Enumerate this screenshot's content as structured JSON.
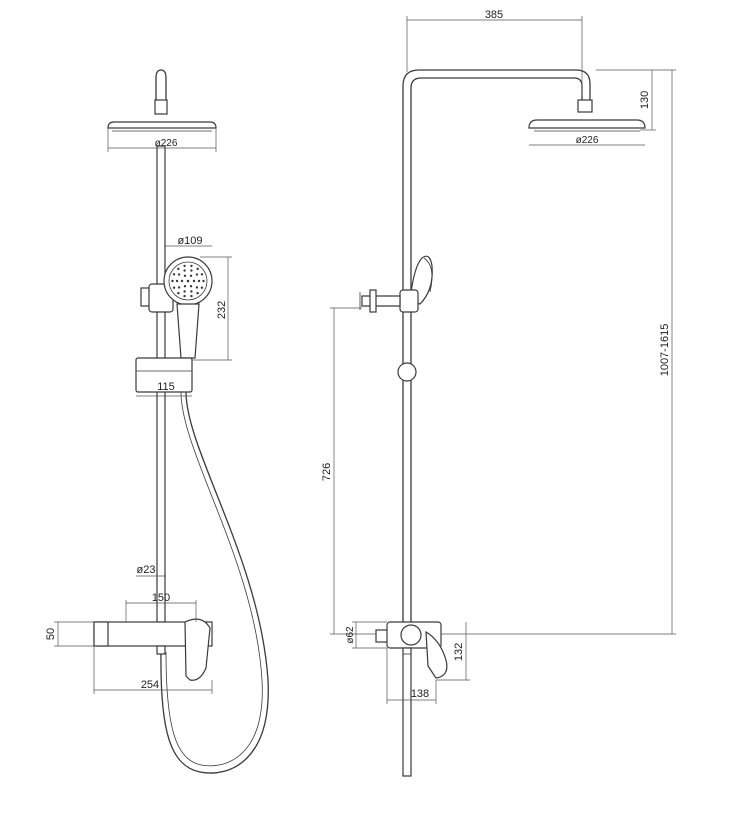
{
  "front_view": {
    "head_diameter": "ø226",
    "hand_shower_diameter": "ø109",
    "hand_shower_height": "232",
    "holder_width": "115",
    "rail_diameter": "ø23",
    "mixer_width": "150",
    "mixer_height": "50",
    "total_width": "254"
  },
  "side_view": {
    "arm_reach": "385",
    "head_drop": "130",
    "head_diameter": "ø226",
    "total_height": "1007-1615",
    "inlet_height": "726",
    "pipe_diameter": "ø62",
    "mixer_height": "132",
    "mixer_depth": "138"
  }
}
